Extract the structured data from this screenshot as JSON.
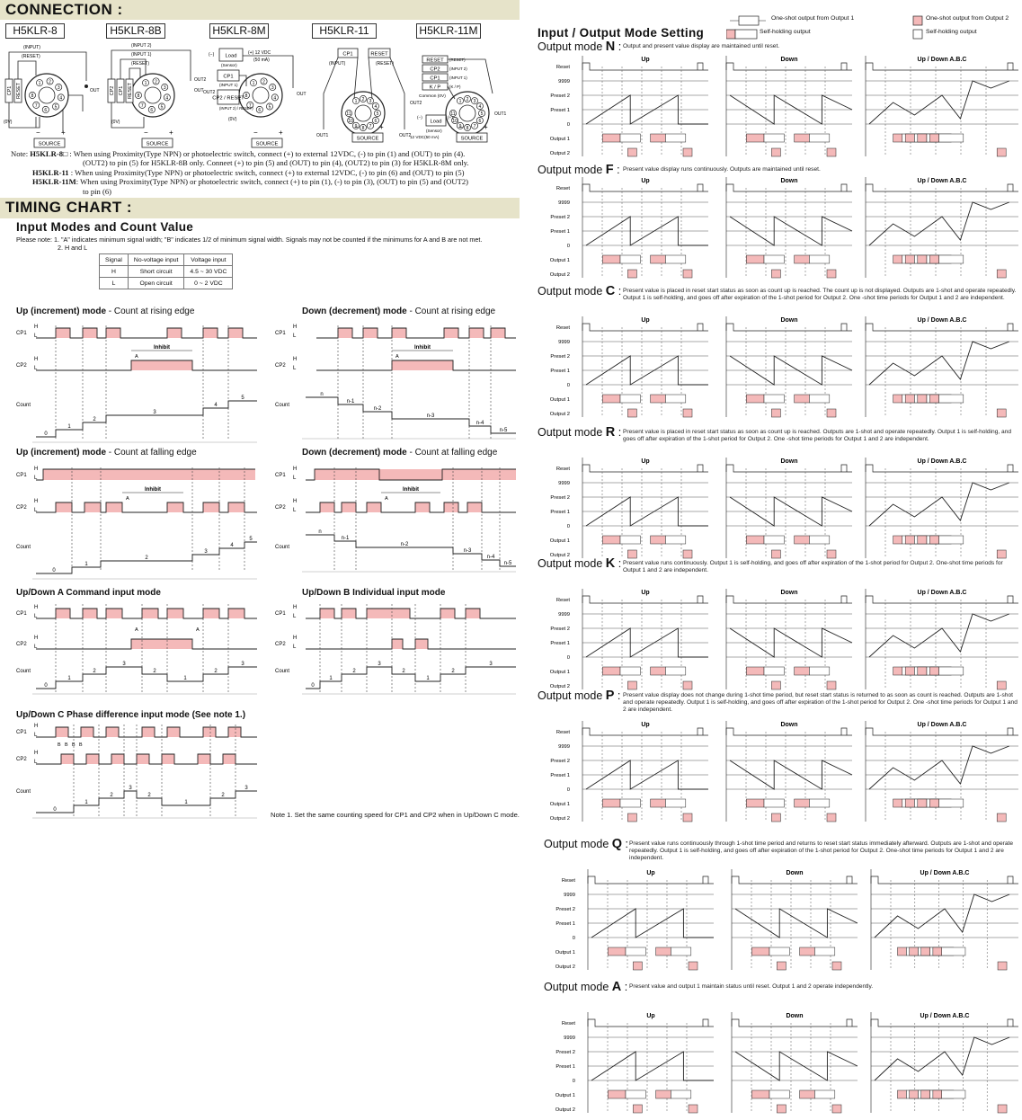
{
  "connection": {
    "title": "CONNECTION :",
    "models": [
      "H5KLR-8",
      "H5KLR-8B",
      "H5KLR-8M",
      "H5KLR-11",
      "H5KLR-11M"
    ],
    "note_lines": [
      {
        "prefix": "Note: ",
        "bold": "H5KLR-8□",
        "text": " : When using Proximity(Type NPN) or photoelectric switch, connect (+) to external 12VDC, (-) to pin (1) and (OUT) to pin (4)."
      },
      {
        "prefix": "",
        "bold": "",
        "text": "(OUT2) to pin (5) for H5KLR-8B only. Conneet (+) to pin (5) and (OUT) to pin (4), (OUT2) to pin (3) for H5KLR-8M only."
      },
      {
        "prefix": "",
        "bold": "H5KLR-11",
        "text": "   : When using Proximity(Type NPN) or photoelectric switch, connect (+) to external 12VDC, (-) to pin (6) and (OUT) to pin (5)"
      },
      {
        "prefix": "",
        "bold": "H5KLR-11M",
        "text": ": When using Proximity(Type NPN) or photoelectric switch, connect (+) to pin (1), (-) to pin (3), (OUT) to pin (5) and (OUT2)"
      },
      {
        "prefix": "",
        "bold": "",
        "text": "to pin (6)"
      }
    ],
    "diagram_labels": {
      "input": "(INPUT)",
      "reset": "(RESET)",
      "input2": "(INPUT 2)",
      "input1": "(INPUT 1)",
      "zero_v": "(0V)",
      "source": "SOURCE",
      "cp1": "CP1",
      "cp2": "CP2",
      "reset_box": "RESET",
      "out": "OUT",
      "out1": "OUT1",
      "out2": "OUT2",
      "load": "Load",
      "sensor": "(Sensor)",
      "vdc": "12 VDC",
      "ma": "(50 mA)",
      "kp": "K / P",
      "common": "Common (0V)",
      "vdc_ma": "12 VDC(50 mA)",
      "minus": "−",
      "plus": "+"
    }
  },
  "timing": {
    "title": "TIMING CHART :",
    "input_modes_title": "Input Modes and Count Value",
    "please_note": "Please note: 1. \"A\" indicates minimum signal width; \"B\" indicates 1/2 of minimum signal width. Signals may not be counted if the minimums for A and B are not met.",
    "please_note2": "2. H and L",
    "signal_table": {
      "headers": [
        "Signal",
        "No-voltage input",
        "Voltage input"
      ],
      "rows": [
        [
          "H",
          "Short circuit",
          "4.5 ~ 30 VDC"
        ],
        [
          "L",
          "Open circuit",
          "0 ~ 2 VDC"
        ]
      ]
    },
    "charts": [
      {
        "title": "Up (increment) mode",
        "suffix": " - Count at rising edge",
        "counts": [
          "0",
          "1",
          "2",
          "3",
          "4",
          "5"
        ]
      },
      {
        "title": "Down (decrement) mode",
        "suffix": " - Count at rising edge",
        "counts": [
          "n",
          "n-1",
          "n-2",
          "n-3",
          "n-4",
          "n-5"
        ]
      },
      {
        "title": "Up (increment) mode",
        "suffix": " - Count at falling edge",
        "counts": [
          "0",
          "1",
          "2",
          "3",
          "4",
          "5"
        ]
      },
      {
        "title": "Down (decrement) mode",
        "suffix": " - Count at falling edge",
        "counts": [
          "n",
          "n-1",
          "n-2",
          "n-3",
          "n-4",
          "n-5"
        ]
      },
      {
        "title": "Up/Down A Command input mode",
        "suffix": "",
        "counts": [
          "0",
          "1",
          "2",
          "3",
          "2",
          "1",
          "2",
          "3"
        ]
      },
      {
        "title": "Up/Down B Individual input mode",
        "suffix": "",
        "counts": [
          "0",
          "1",
          "2",
          "3",
          "2",
          "1",
          "2",
          "3"
        ]
      },
      {
        "title": "Up/Down C Phase difference input mode (See note 1.)",
        "suffix": "",
        "counts": [
          "0",
          "1",
          "2",
          "3",
          "2",
          "1",
          "2",
          "3"
        ]
      }
    ],
    "signal_labels": {
      "cp1": "CP1",
      "cp2": "CP2",
      "count": "Count",
      "h": "H",
      "l": "L",
      "zero": "0",
      "inhibit": "Inhibit",
      "a": "A",
      "b": "B"
    },
    "note1": "Note 1. Set the same counting speed for CP1 and CP2 when in Up/Down C mode."
  },
  "output": {
    "title": "Input / Output Mode Setting",
    "legend": [
      {
        "label": "One-shot output from Output 1",
        "color": "#ffffff"
      },
      {
        "label": "Self-holding output",
        "color": "#f4b9b9"
      },
      {
        "label": "One-shot output from Output 2",
        "color": "#f4b9b9"
      },
      {
        "label": "Self-holding output",
        "color": "#ffffff"
      }
    ],
    "columns": [
      "Up",
      "Down",
      "Up / Down A.B.C"
    ],
    "row_labels": [
      "Reset",
      "9999",
      "Preset 2",
      "Preset 1",
      "0",
      "Output 1",
      "Output 2"
    ],
    "mode_word": "Output mode",
    "modes": [
      {
        "letter": "N",
        "desc": "Output and present value display are maintained until reset."
      },
      {
        "letter": "F",
        "desc": "Present value display runs continuously. Outputs are maintained until reset."
      },
      {
        "letter": "C",
        "desc": "Present value is placed in reset start status as soon as count up is reached. The count up is not displayed. Outputs are 1-shot and operate repeatedly. Output 1 is self-holding, and goes off after expiration of the 1-shot period for Output 2. One -shot time periods for Output 1 and 2 are independent."
      },
      {
        "letter": "R",
        "desc": "Present value is placed in reset start status as soon as count up is reached. Outputs are 1-shot and operate repeatedly. Output 1 is self-holding, and goes off after expiration of the 1-shot period for Output 2. One -shot time periods for Output 1 and 2 are independent."
      },
      {
        "letter": "K",
        "desc": "Present value runs continuously. Output 1 is self-holding, and goes off after expiration of the 1-shot period for Output 2. One-shot time periods for Output 1 and 2 are independent."
      },
      {
        "letter": "P",
        "desc": "Present value display does not change during 1-shot time period, but reset start status is returned to as soon as count is reached. Outputs are 1-shot and operate repeatedly. Output 1 is self-holding, and goes off after expiration of the 1-shot period for Output 2. One -shot time periods for Output 1 and 2 are independent."
      },
      {
        "letter": "Q",
        "desc": "Present value runs continuously through 1-shot time period and returns to reset start status immediately afterward. Outputs are 1-shot and operate repeatedly. Output 1 is self-holding, and goes off after expiration of the 1-shot period for Output 2. One-shot time periods for Output 1 and 2 are independent."
      },
      {
        "letter": "A",
        "desc": "Present value and output 1 maintain status until reset. Output 1 and 2 operate independently."
      }
    ]
  }
}
